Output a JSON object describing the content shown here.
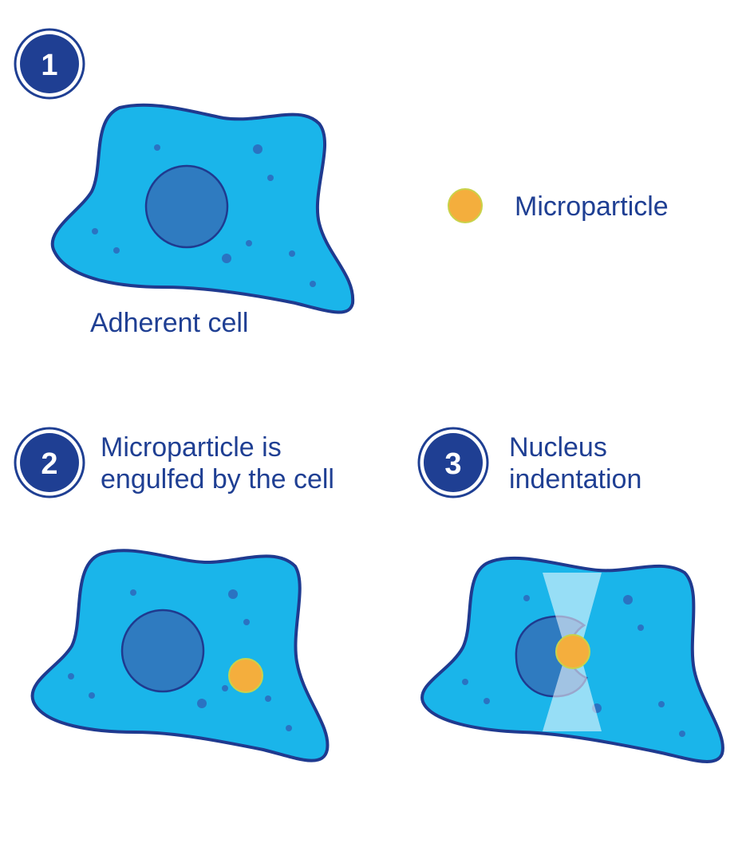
{
  "steps": [
    {
      "number": "1",
      "caption": []
    },
    {
      "number": "2",
      "caption": [
        "Microparticle is",
        "engulfed by the cell"
      ]
    },
    {
      "number": "3",
      "caption": [
        "Nucleus",
        "indentation"
      ]
    }
  ],
  "labels": {
    "adherent_cell": "Adherent cell",
    "microparticle_legend": "Microparticle"
  },
  "colors": {
    "cell_fill": "#1ab5ea",
    "cell_outline": "#1f3a8f",
    "nucleus_fill": "#2f7bc0",
    "granule": "#2a73c2",
    "microparticle": "#f4ae3d",
    "microparticle_outline": "#c9d24a",
    "badge": "#1f3f93",
    "text": "#1f3f93",
    "beam": "#d6eaf8"
  }
}
